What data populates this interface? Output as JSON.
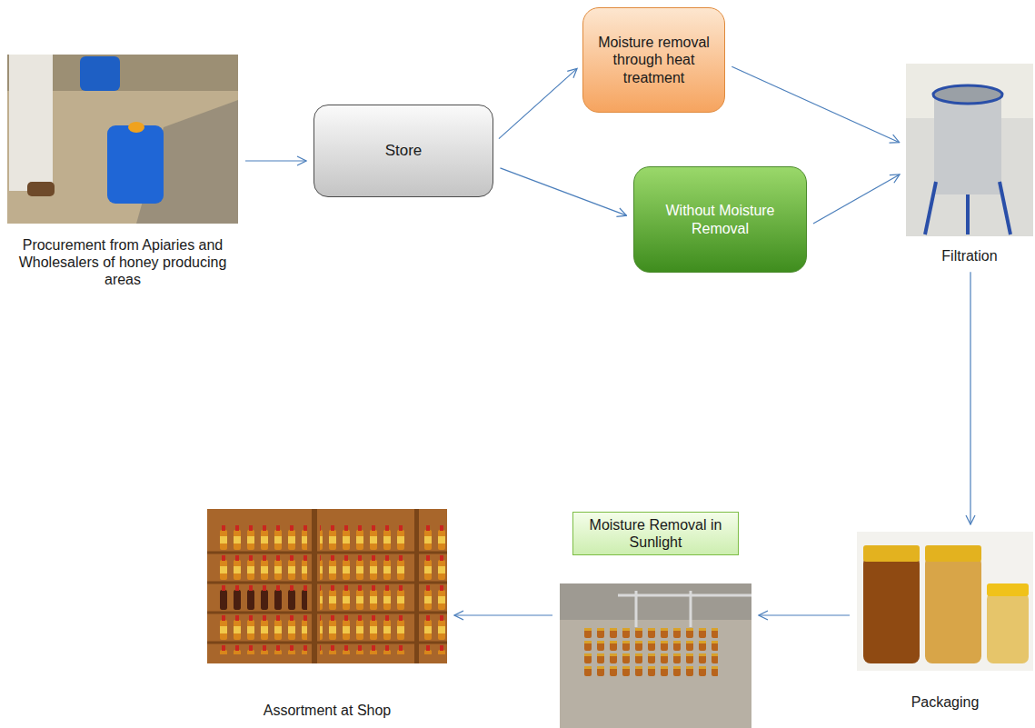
{
  "diagram": {
    "nodes": [
      {
        "text": [
          "Procurement from Apiaries and Wholesalers of honey producing areas"
        ]
      },
      {
        "text": [
          "Store"
        ]
      },
      {
        "text": [
          "Moisture removal through heat treatment"
        ]
      },
      {
        "text": [
          "Without Moisture Removal"
        ]
      },
      {
        "text": [
          "Filtration"
        ]
      },
      {
        "text": [
          "Packaging"
        ]
      },
      {
        "text": [
          "Moisture Removal in Sunlight"
        ]
      },
      {
        "text": [
          "Assortment at Shop"
        ]
      }
    ],
    "edges": [
      {
        "from": 0,
        "to": 1,
        "arrow": "to"
      },
      {
        "from": 1,
        "to": 2,
        "arrow": "to"
      },
      {
        "from": 1,
        "to": 3,
        "arrow": "to"
      },
      {
        "from": 2,
        "to": 4,
        "arrow": "to"
      },
      {
        "from": 3,
        "to": 4,
        "arrow": "to"
      },
      {
        "from": 4,
        "to": 5,
        "arrow": "to"
      },
      {
        "from": 5,
        "to": 6,
        "arrow": "to"
      },
      {
        "from": 6,
        "to": 7,
        "arrow": "to"
      }
    ]
  }
}
